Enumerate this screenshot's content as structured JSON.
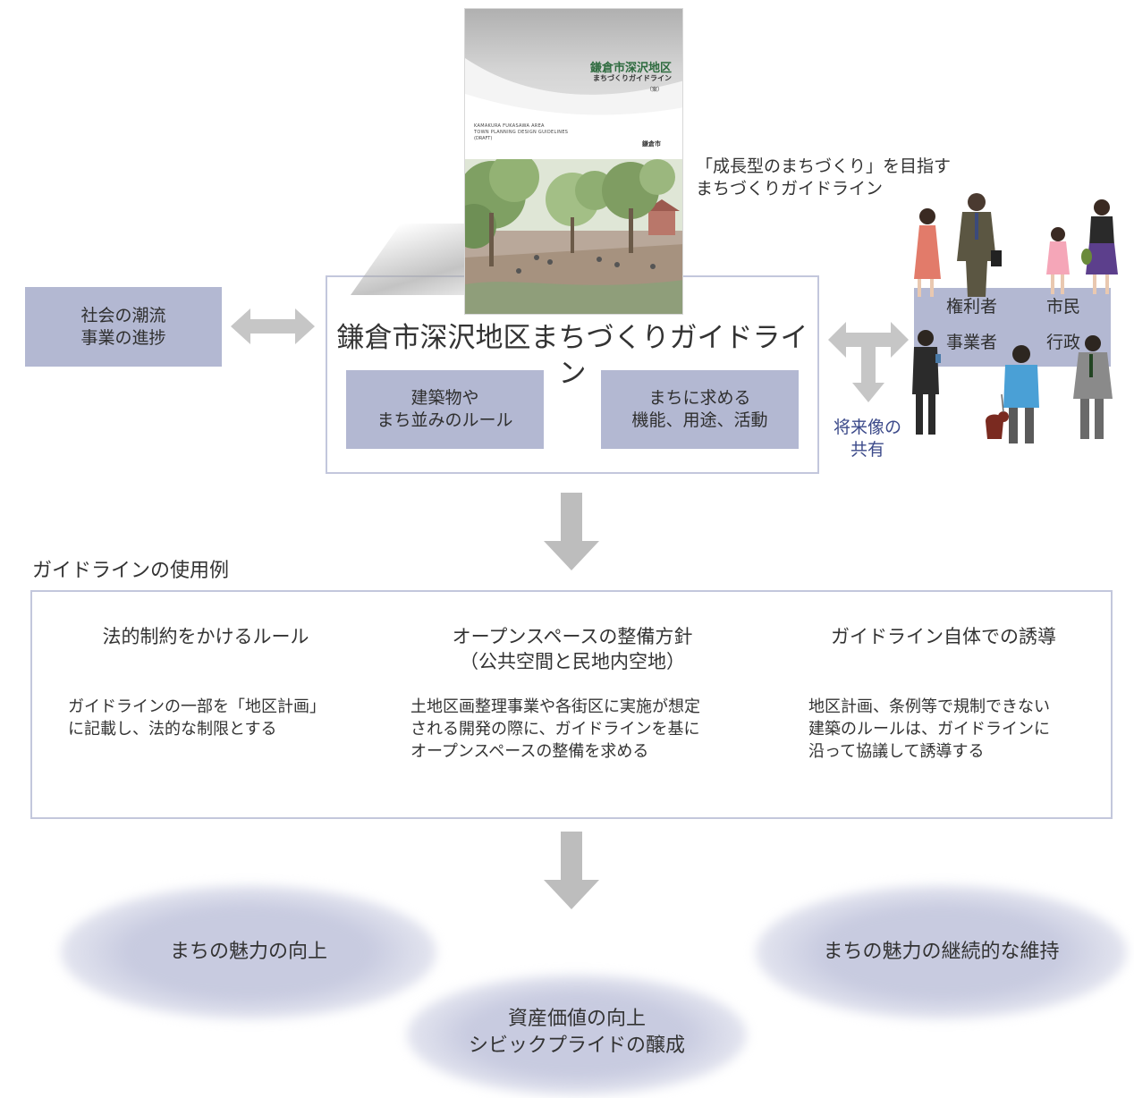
{
  "cover": {
    "title_line1": "鎌倉市深沢地区",
    "title_line2": "まちづくりガイドライン",
    "title_note": "（案）",
    "romaji_line1": "KAMAKURA FUKASAWA AREA",
    "romaji_line2": "TOWN PLANNING DESIGN GUIDELINES",
    "romaji_line3": "(DRAFT)",
    "publisher": "鎌倉市"
  },
  "tagline": "「成長型のまちづくり」を目指す\nまちづくりガイドライン",
  "left_box": "社会の潮流\n事業の進捗",
  "guideline_title": "鎌倉市深沢地区まちづくりガイドライン",
  "sub_box_left": "建築物や\nまち並みのルール",
  "sub_box_right": "まちに求める\n機能、用途、活動",
  "stakeholders": {
    "right_holder": "権利者",
    "citizen": "市民",
    "business": "事業者",
    "government": "行政"
  },
  "shared_vision": "将来像の\n共有",
  "usage_heading": "ガイドラインの使用例",
  "usage_columns": [
    {
      "heading": "法的制約をかけるルール",
      "body": "ガイドラインの一部を「地区計画」\nに記載し、法的な制限とする"
    },
    {
      "heading": "オープンスペースの整備方針\n（公共空間と民地内空地）",
      "body": "土地区画整理事業や各街区に実施が想定\nされる開発の際に、ガイドラインを基に\nオープンスペースの整備を求める"
    },
    {
      "heading": "ガイドライン自体での誘導",
      "body": "地区計画、条例等で規制できない\n建築のルールは、ガイドラインに\n沿って協議して誘導する"
    }
  ],
  "outcomes": {
    "left": "まちの魅力の向上",
    "center": "資産価値の向上\nシビックプライドの醸成",
    "right": "まちの魅力の継続的な維持"
  },
  "colors": {
    "box_fill": "#b3b8d2",
    "frame_border": "#c3c7dc",
    "arrow_gray": "#b8b8b8",
    "shared_vision_text": "#3c4a8a"
  }
}
